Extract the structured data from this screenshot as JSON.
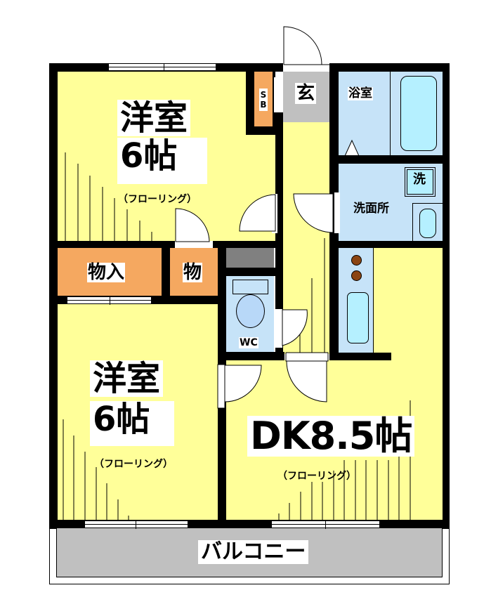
{
  "floorplan": {
    "colors": {
      "floor": "#ffff99",
      "wet_area": "#c6e3f8",
      "fixture": "#b5f0ff",
      "storage": "#f5a860",
      "entrance": "#c0c0c0",
      "balcony": "#c0c0c0",
      "shelf": "#808080",
      "stove": "#8b4513",
      "wall": "#000000"
    },
    "rooms": {
      "western_room_1": {
        "name": "洋室",
        "size": "6帖",
        "floor": "（フローリング）"
      },
      "western_room_2": {
        "name": "洋室",
        "size": "6帖",
        "floor": "（フローリング）"
      },
      "dining_kitchen": {
        "size": "DK8.5帖",
        "floor": "（フローリング）"
      },
      "entrance": {
        "name": "玄"
      },
      "shoe_box": {
        "name": "SB"
      },
      "bathroom": {
        "name": "浴室"
      },
      "washroom": {
        "name": "洗面所"
      },
      "washer": {
        "name": "洗"
      },
      "closet": {
        "name": "物入"
      },
      "storage": {
        "name": "物"
      },
      "toilet": {
        "name": "WC"
      },
      "balcony": {
        "name": "バルコニー"
      }
    }
  }
}
